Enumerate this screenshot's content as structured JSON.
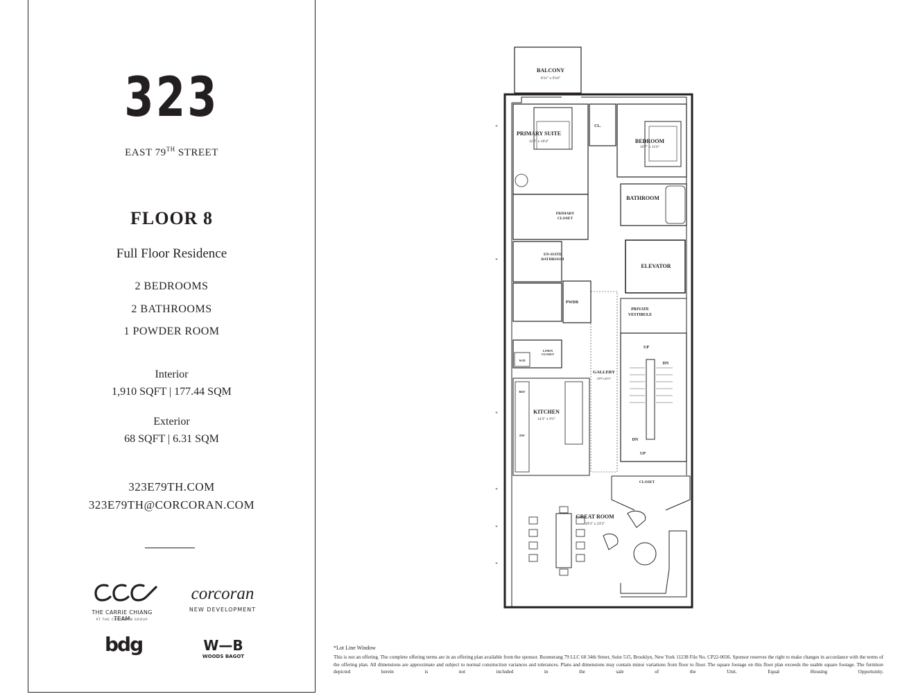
{
  "building": {
    "number": "323",
    "street_pre": "EAST 79",
    "street_sup": "TH",
    "street_post": " STREET"
  },
  "floor": "FLOOR 8",
  "residence_type": "Full Floor Residence",
  "specs": [
    "2 BEDROOMS",
    "2 BATHROOMS",
    "1 POWDER ROOM"
  ],
  "interior": {
    "label": "Interior",
    "value": "1,910 SQFT | 177.44 SQM"
  },
  "exterior": {
    "label": "Exterior",
    "value": "68 SQFT | 6.31 SQM"
  },
  "contact": {
    "website": "323E79TH.COM",
    "email": "323E79TH@CORCORAN.COM"
  },
  "logos": {
    "ccc_name": "THE CARRIE CHIANG TEAM",
    "ccc_sub": "AT THE CORCORAN GROUP",
    "corcoran": "corcoran",
    "corcoran_sub": "NEW DEVELOPMENT",
    "bdg": "bdg",
    "wb": "W—B",
    "wb_sub": "WOODS BAGOT"
  },
  "plan": {
    "balcony": "BALCONY",
    "balcony_dim": "6'11\" x 9'10\"",
    "primary_suite": "PRIMARY SUITE",
    "primary_suite_dim": "12'2\" x 10'4\"",
    "cl": "CL.",
    "bedroom": "BEDROOM",
    "bedroom_dim": "10'7\" x 11'6\"",
    "bathroom": "BATHROOM",
    "primary_closet_1": "PRIMARY",
    "primary_closet_2": "CLOSET",
    "ensuite_1": "EN-SUITE",
    "ensuite_2": "BATHROOM",
    "elevator": "ELEVATOR",
    "pwdr": "PWDR",
    "vestibule_1": "PRIVATE",
    "vestibule_2": "VESTIBULE",
    "linen_1": "LINEN",
    "linen_2": "CLOSET",
    "wd": "W/D",
    "gallery": "GALLERY",
    "gallery_dim": "18'9\"x20'3\"",
    "up": "UP",
    "dn": "DN",
    "ref": "REF",
    "dw": "DW",
    "kitchen": "KITCHEN",
    "kitchen_dim": "14'3\" x 9'3\"",
    "closet": "CLOSET",
    "great_room": "GREAT ROOM",
    "great_room_dim": "29'3\" x 23'3\"",
    "lot_line_mark": "*"
  },
  "footnote_title": "*Lot Line Window",
  "footnote": "This is not an offering. The complete offering terms are in an offering plan available from the sponsor. Boomerang 79 LLC 68 34th Street, Suite 515, Brooklyn, New York 11238 File No. CP22-0036. Sponsor reserves the right to make changes in accordance with the terms of the offering plan. All dimensions are approximate and subject to normal construction variances and tolerances. Plans and dimensions may contain minor variations from floor to floor. The square footage on this floor plan exceeds the usable square footage. The furniture depicted herein is not included in the sale of the Unit. Equal Housing Opportunity."
}
